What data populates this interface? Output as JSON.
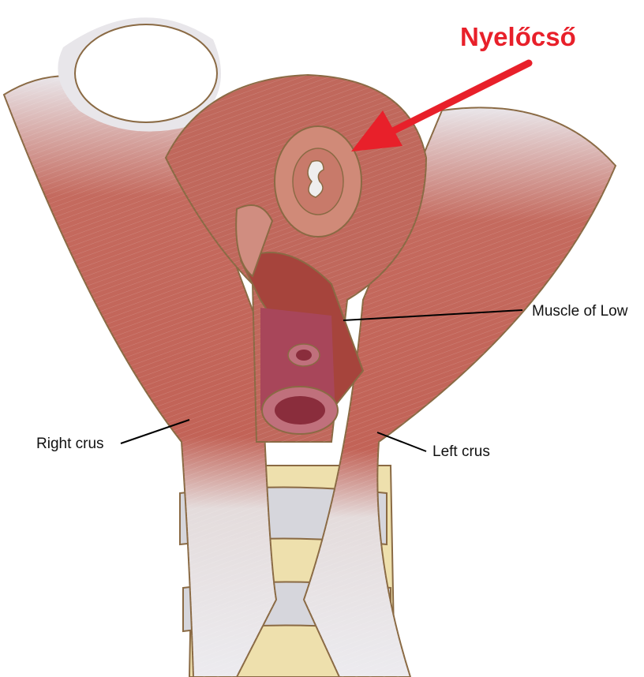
{
  "title": {
    "text": "Nyelőcső",
    "color": "#e8202a"
  },
  "labels": {
    "muscle_of_low": "Muscle of Low",
    "right_crus": "Right crus",
    "left_crus": "Left crus"
  },
  "colors": {
    "muscle": "#c0685c",
    "muscle_dark": "#9c3e38",
    "tendon": "#e6e4e6",
    "bone": "#efe2b0",
    "disc": "#d4d4da",
    "outline": "#8a6a44"
  }
}
